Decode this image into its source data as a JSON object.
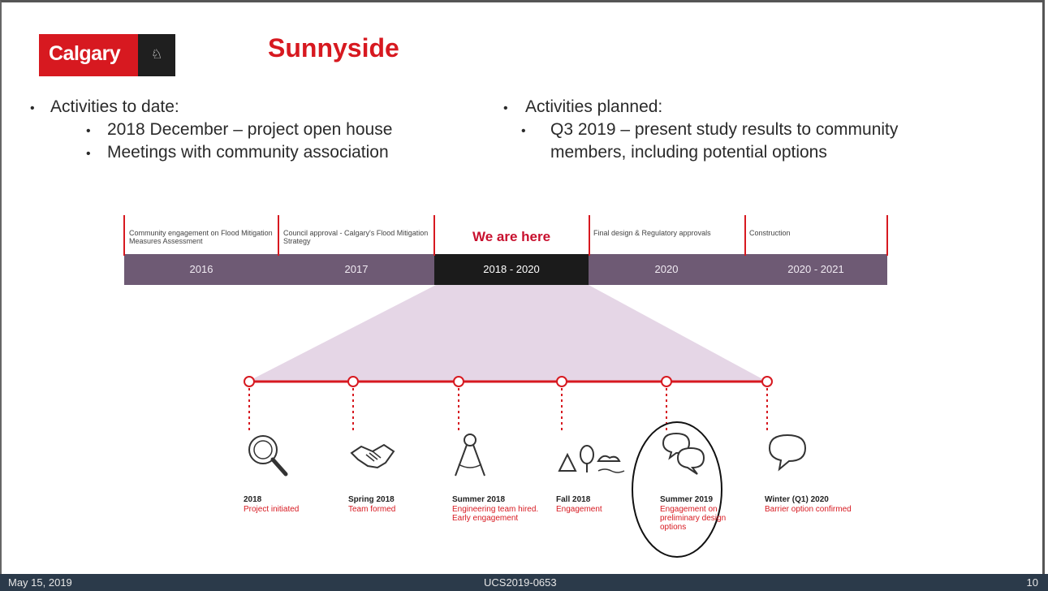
{
  "header": {
    "logo_text": "Calgary",
    "title": "Sunnyside"
  },
  "left_column": {
    "heading": "Activities to date:",
    "items": [
      "2018 December – project open house",
      "Meetings with community association"
    ]
  },
  "right_column": {
    "heading": "Activities planned:",
    "items": [
      "Q3 2019 – present study results to community",
      "members, including potential options"
    ]
  },
  "timeline": [
    {
      "caption": "Community engagement on Flood Mitigation Measures Assessment",
      "year": "2016"
    },
    {
      "caption": "Council approval - Calgary's Flood Mitigation Strategy",
      "year": "2017"
    },
    {
      "caption": "We are here",
      "year": "2018 - 2020",
      "current": true
    },
    {
      "caption": "Final design & Regulatory approvals",
      "year": "2020"
    },
    {
      "caption": "Construction",
      "year": "2020 - 2021"
    }
  ],
  "milestones": [
    {
      "period": "2018",
      "desc": "Project initiated",
      "icon": "magnifier-icon"
    },
    {
      "period": "Spring 2018",
      "desc": "Team formed",
      "icon": "handshake-icon"
    },
    {
      "period": "Summer 2018",
      "desc": "Engineering team hired. Early engagement",
      "icon": "compass-icon"
    },
    {
      "period": "Fall 2018",
      "desc": "Engagement",
      "icon": "landscape-icon"
    },
    {
      "period": "Summer 2019",
      "desc": "Engagement on preliminary design options",
      "icon": "speech-bubbles-icon"
    },
    {
      "period": "Winter (Q1) 2020",
      "desc": "Barrier option confirmed",
      "icon": "speech-bubble-icon"
    }
  ],
  "footer": {
    "date": "May 15, 2019",
    "code": "UCS2019-0653",
    "page": "10"
  },
  "colors": {
    "brand_red": "#d71920",
    "bar_purple": "#6e5a74",
    "current_bar": "#1b1b1b",
    "footer_bg": "#2b3a4a"
  }
}
